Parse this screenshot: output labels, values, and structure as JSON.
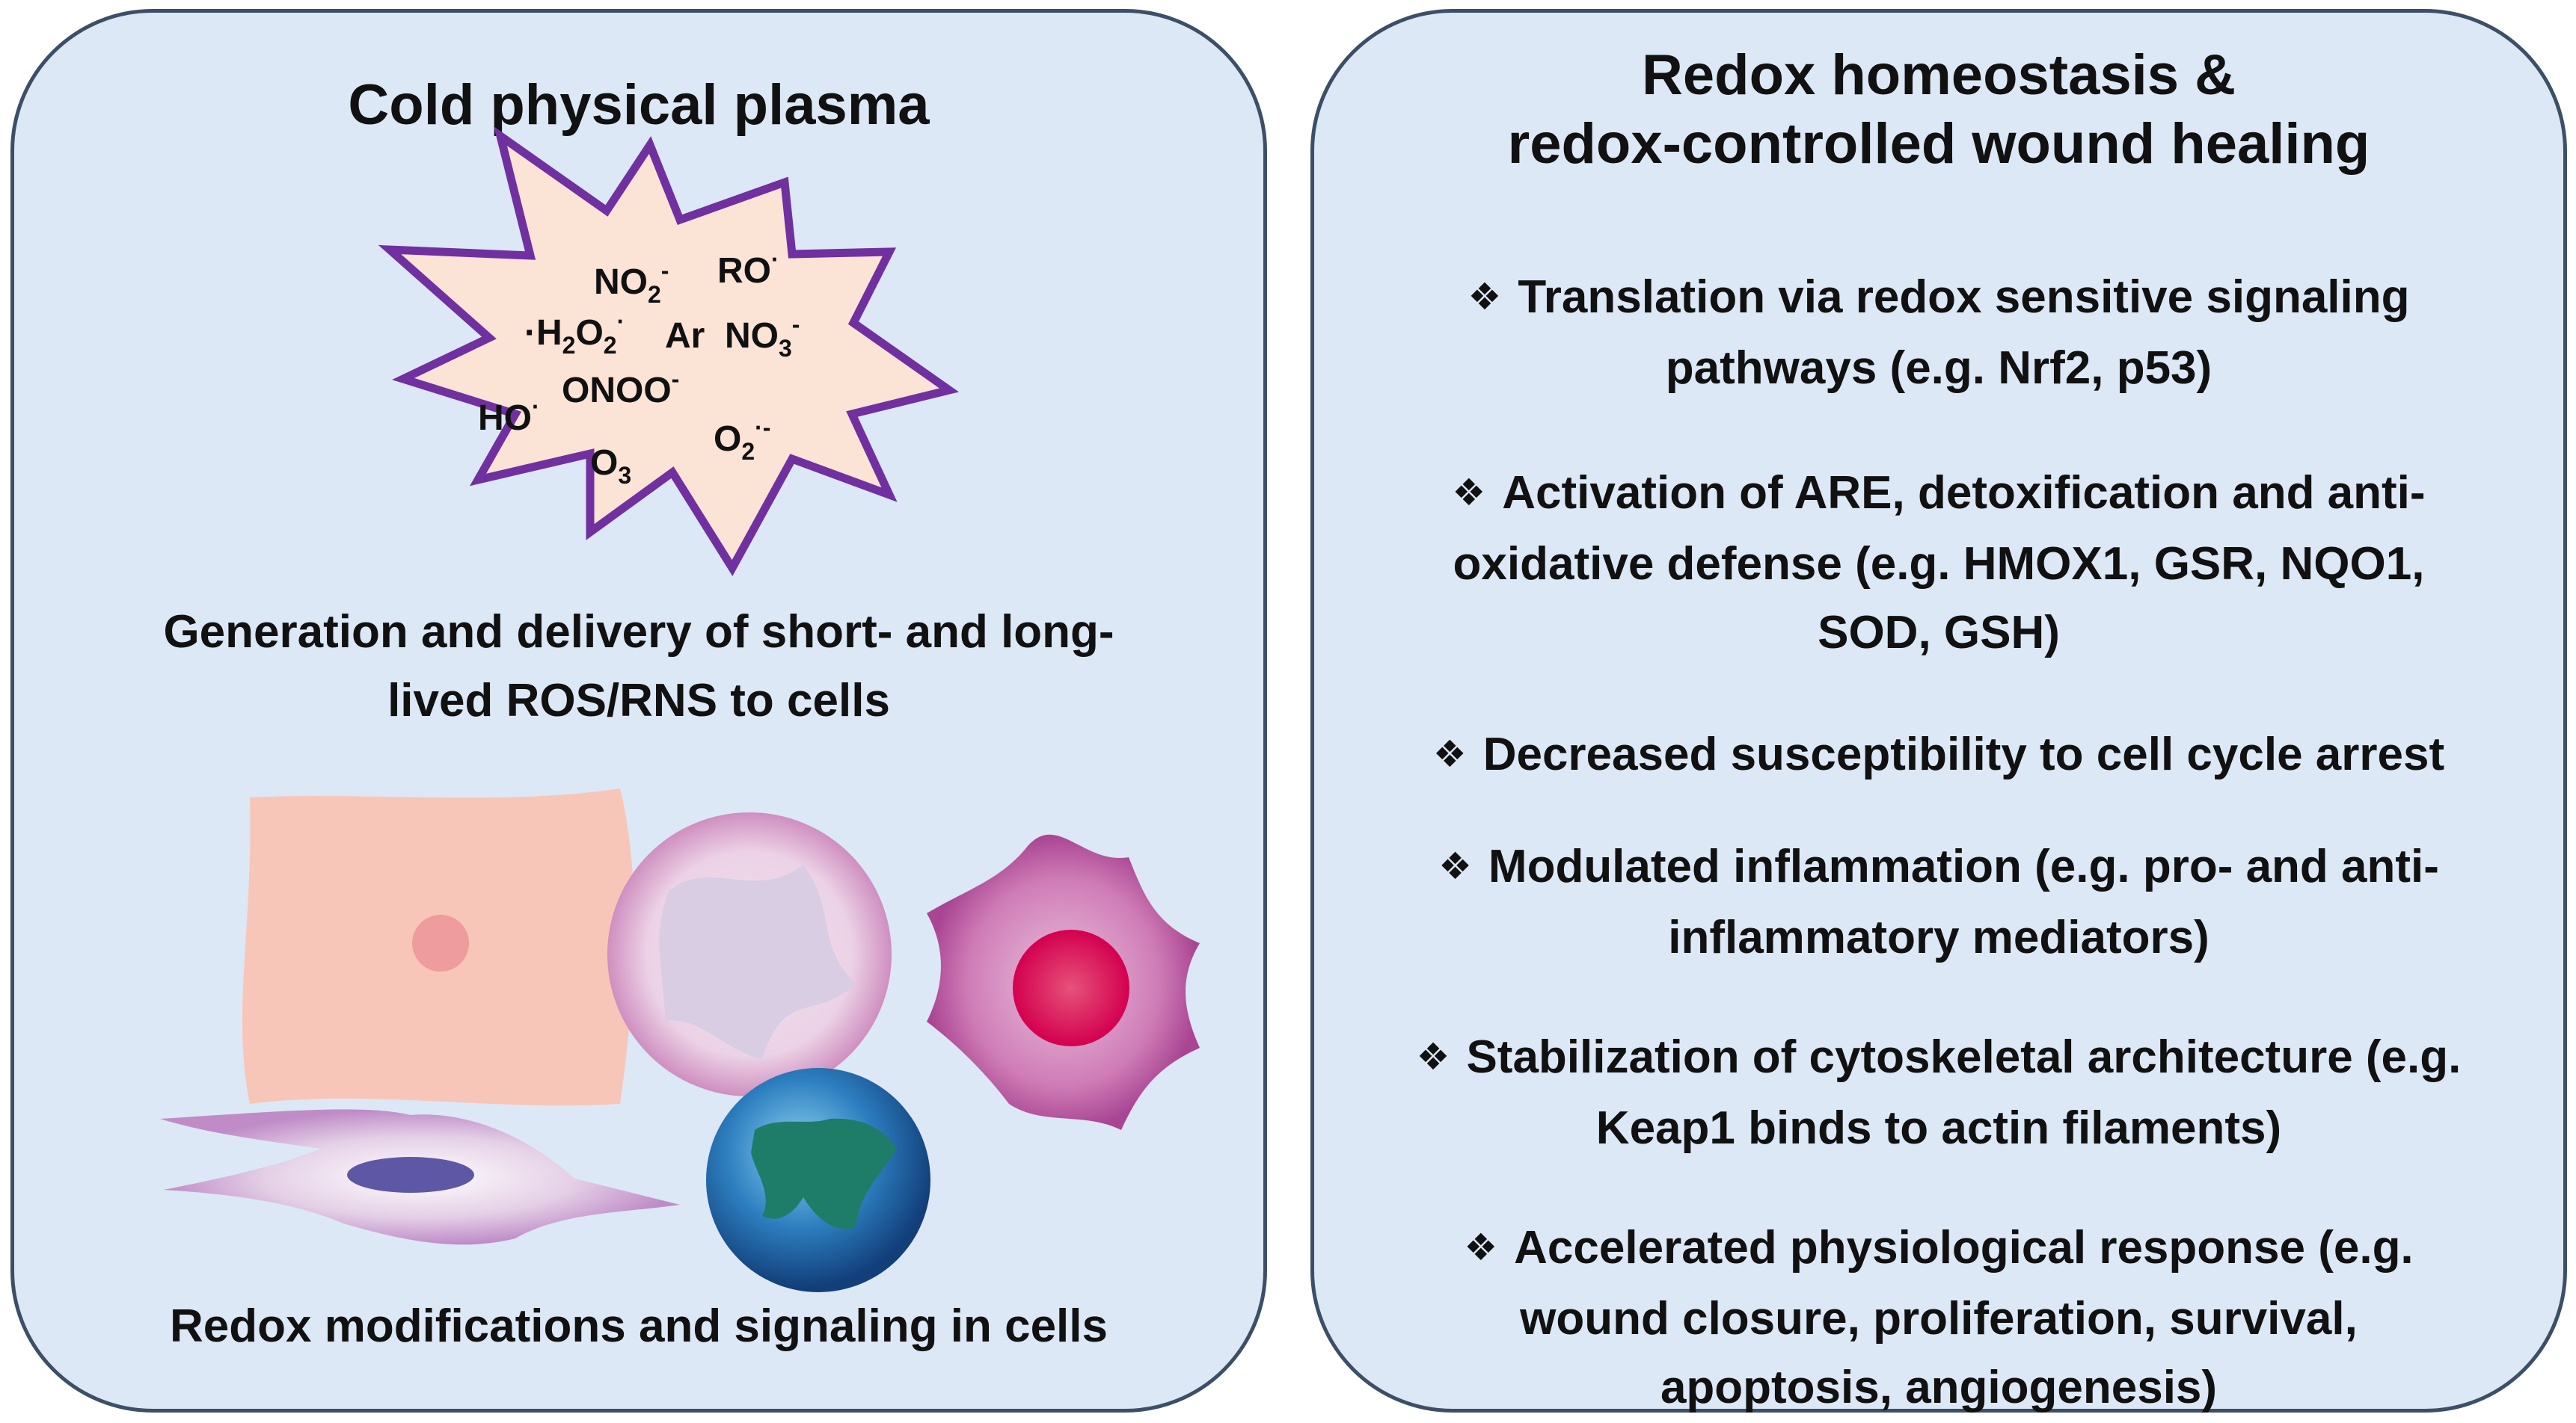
{
  "left_panel": {
    "title": "Cold physical plasma",
    "species": {
      "no2": {
        "base": "NO",
        "sub": "2",
        "sup": "-"
      },
      "ro": {
        "base": "RO",
        "sup": "·"
      },
      "h2o2": {
        "pre": "·H",
        "sub1": "2",
        "mid": "O",
        "sub2": "2",
        "sup": "·"
      },
      "ar": {
        "base": "Ar"
      },
      "no3": {
        "base": "NO",
        "sub": "3",
        "sup": "-"
      },
      "onoo": {
        "base": "ONOO",
        "sup": "-"
      },
      "ho": {
        "base": "HO",
        "sup": "·"
      },
      "o3": {
        "base": "O",
        "sub": "3"
      },
      "o2": {
        "base": "O",
        "sub": "2",
        "sup": "·-"
      }
    },
    "caption_top": [
      "Generation and delivery  of short- and long-",
      "lived ROS/RNS to cells"
    ],
    "caption_bottom": "Redox modifications  and signaling in cells"
  },
  "right_panel": {
    "title": [
      "Redox homeostasis &",
      "redox-controlled wound healing"
    ],
    "bullet_glyph": "❖",
    "bullets": [
      {
        "lines": [
          "Translation via redox sensitive signaling",
          "pathways (e.g. Nrf2, p53)"
        ]
      },
      {
        "lines": [
          "Activation of ARE, detoxification and anti-",
          "oxidative defense (e.g. HMOX1, GSR, NQO1,",
          "SOD, GSH)"
        ]
      },
      {
        "lines": [
          "Decreased susceptibility to cell cycle arrest"
        ]
      },
      {
        "lines": [
          "Modulated inflammation (e.g. pro- and anti-",
          "inflammatory mediators)"
        ]
      },
      {
        "lines": [
          "Stabilization of cytoskeletal architecture (e.g.",
          "Keap1 binds to actin filaments)"
        ]
      },
      {
        "lines": [
          "Accelerated physiological response (e.g.",
          "wound closure, proliferation, survival,",
          "apoptosis, angiogenesis)"
        ]
      }
    ]
  },
  "colors": {
    "panel_bg": "#dce8f5",
    "panel_border": "#3c4f66",
    "burst_fill": "#fbe3d6",
    "burst_stroke": "#7030a0"
  }
}
